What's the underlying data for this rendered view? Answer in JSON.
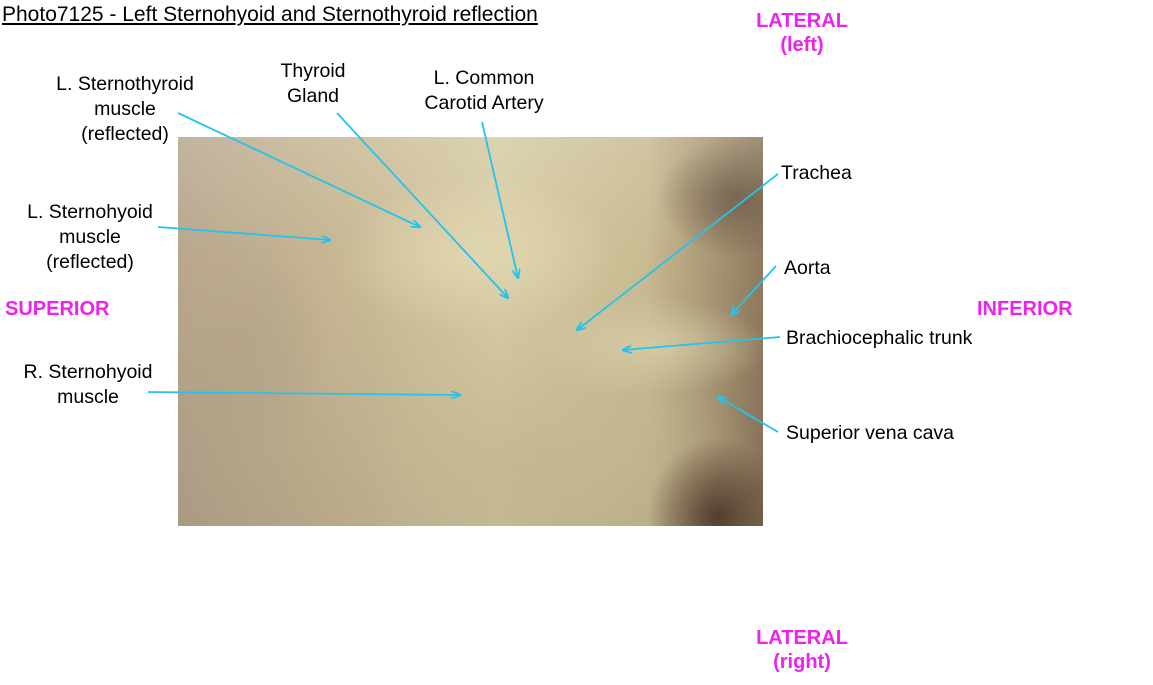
{
  "title": "Photo7125 - Left Sternohyoid and Sternothyroid reflection",
  "orientation": {
    "lateral_top": [
      "LATERAL",
      "(left)"
    ],
    "lateral_bottom": [
      "LATERAL",
      "(right)"
    ],
    "superior": "SUPERIOR",
    "inferior": "INFERIOR"
  },
  "labels": {
    "l_sternothyroid": [
      "L. Sternothyroid",
      "muscle",
      "(reflected)"
    ],
    "thyroid_gland": [
      "Thyroid",
      "Gland"
    ],
    "l_common_carotid": [
      "L. Common",
      "Carotid Artery"
    ],
    "l_sternohyoid": [
      "L. Sternohyoid",
      "muscle",
      "(reflected)"
    ],
    "r_sternohyoid": [
      "R. Sternohyoid",
      "muscle"
    ],
    "trachea": "Trachea",
    "aorta": "Aorta",
    "brachiocephalic_trunk": "Brachiocephalic trunk",
    "superior_vena_cava": "Superior vena cava"
  },
  "colors": {
    "arrow": "#22c4ee",
    "orientation": "#ee22ee"
  }
}
